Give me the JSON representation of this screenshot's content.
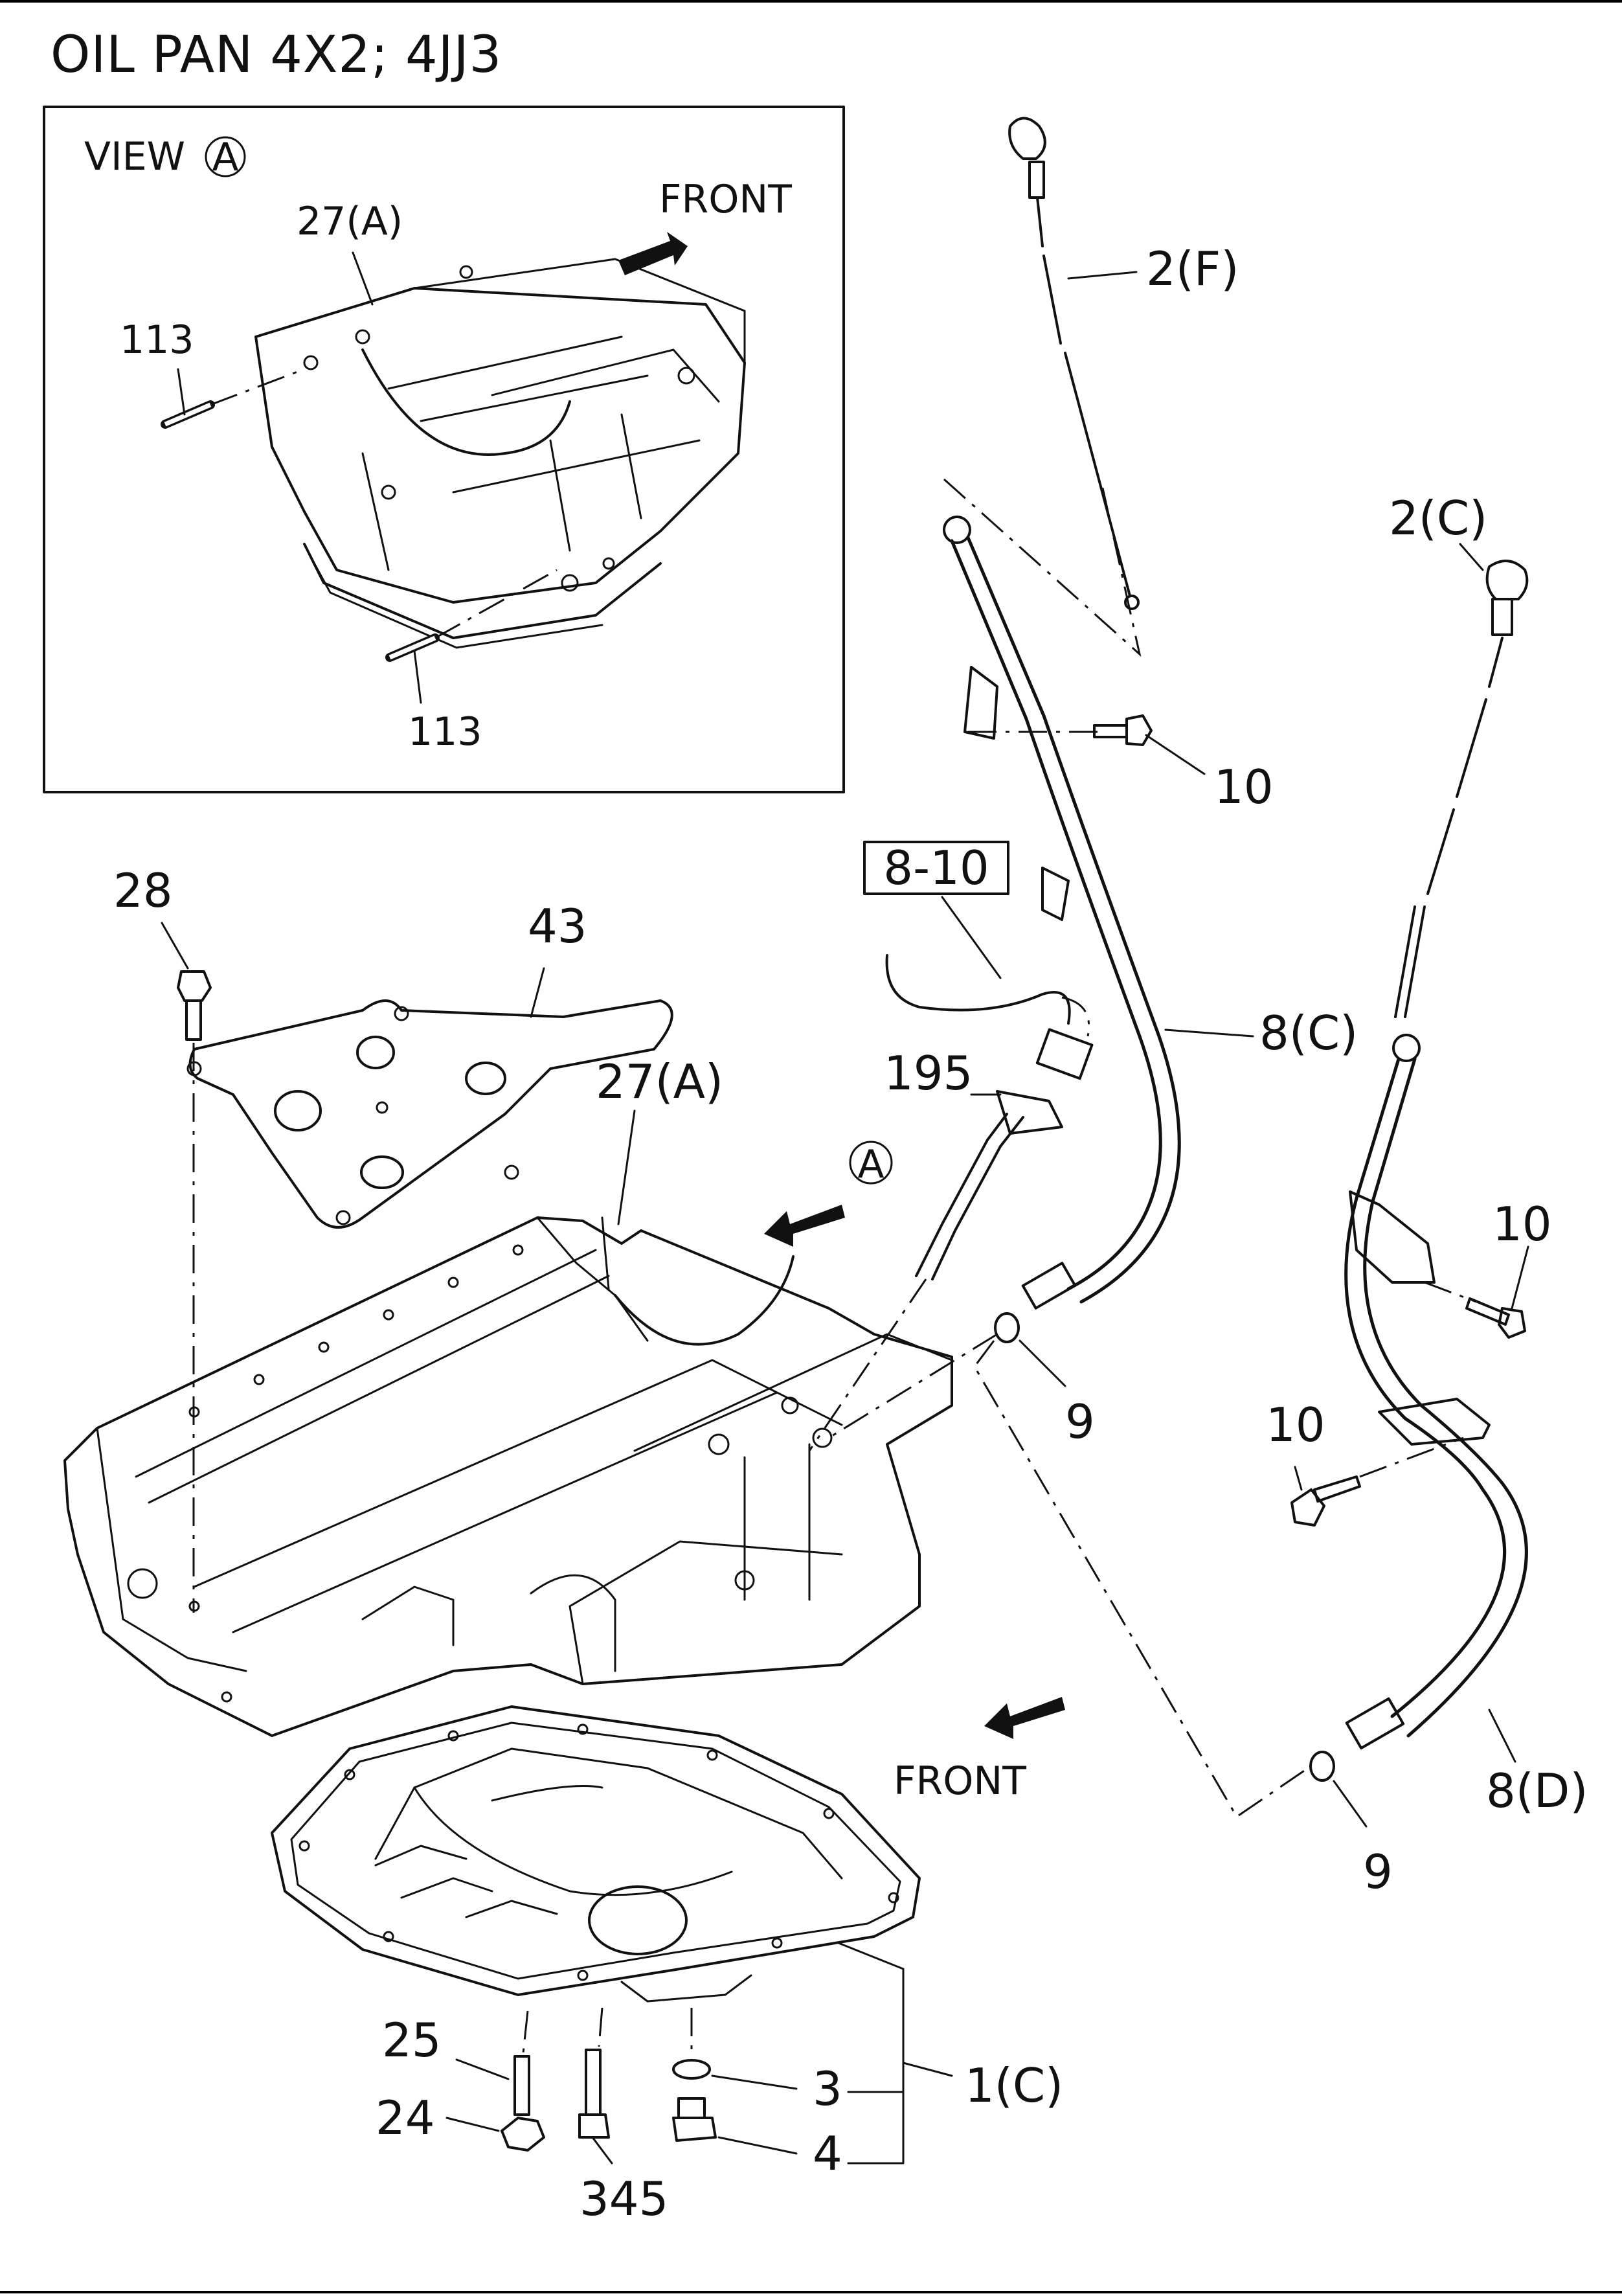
{
  "title": "OIL PAN 4X2; 4JJ3",
  "inset": {
    "view_label": "VIEW",
    "view_letter": "A",
    "front_label": "FRONT",
    "callouts": [
      "27(A)",
      "113",
      "113"
    ]
  },
  "main": {
    "front_label": "FRONT",
    "view_marker": "A",
    "boxed_ref": "8-10",
    "callouts": {
      "c2F": "2(F)",
      "c2C": "2(C)",
      "c10a": "10",
      "c10b": "10",
      "c10c": "10",
      "c8C": "8(C)",
      "c8D": "8(D)",
      "c9a": "9",
      "c9b": "9",
      "c195": "195",
      "c28": "28",
      "c43": "43",
      "c27A": "27(A)",
      "c25": "25",
      "c24": "24",
      "c345": "345",
      "c3": "3",
      "c4": "4",
      "c1C": "1(C)"
    }
  }
}
